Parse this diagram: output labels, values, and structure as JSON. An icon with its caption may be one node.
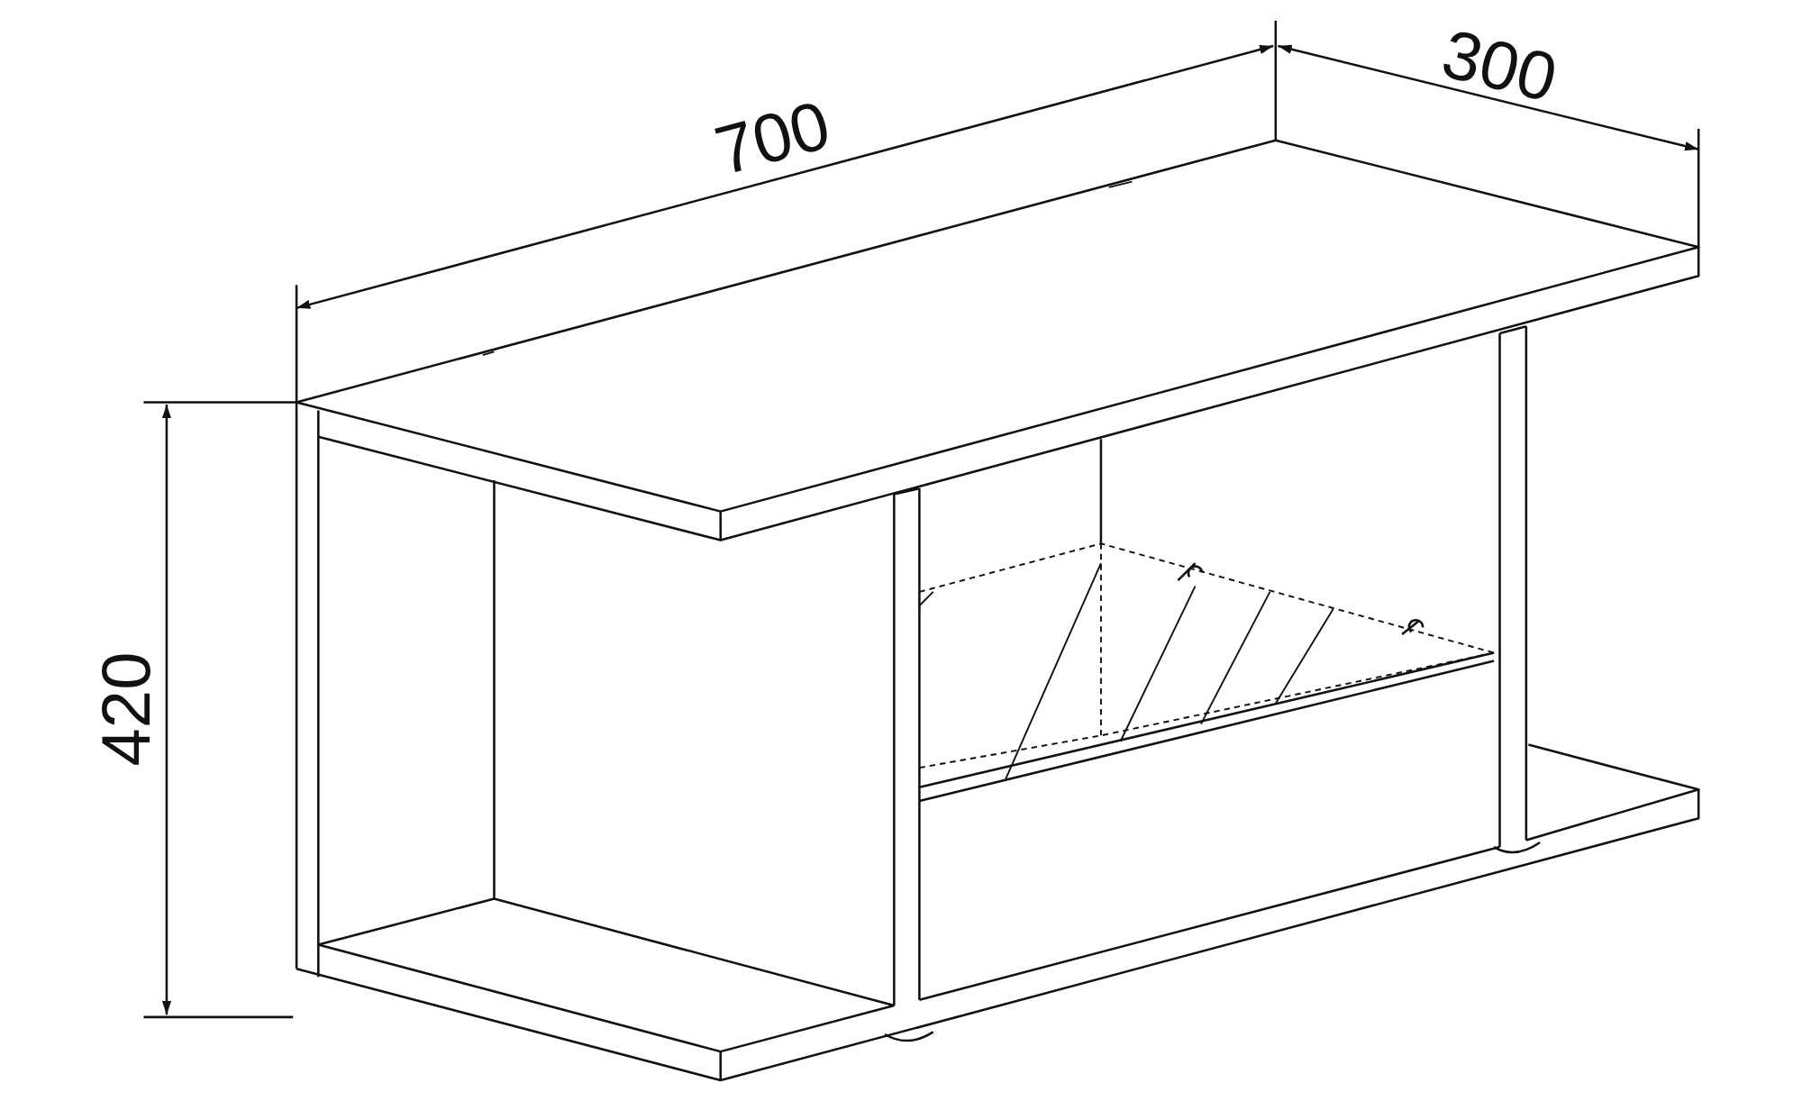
{
  "diagram": {
    "labels": [
      "700",
      "300",
      "420"
    ]
  }
}
